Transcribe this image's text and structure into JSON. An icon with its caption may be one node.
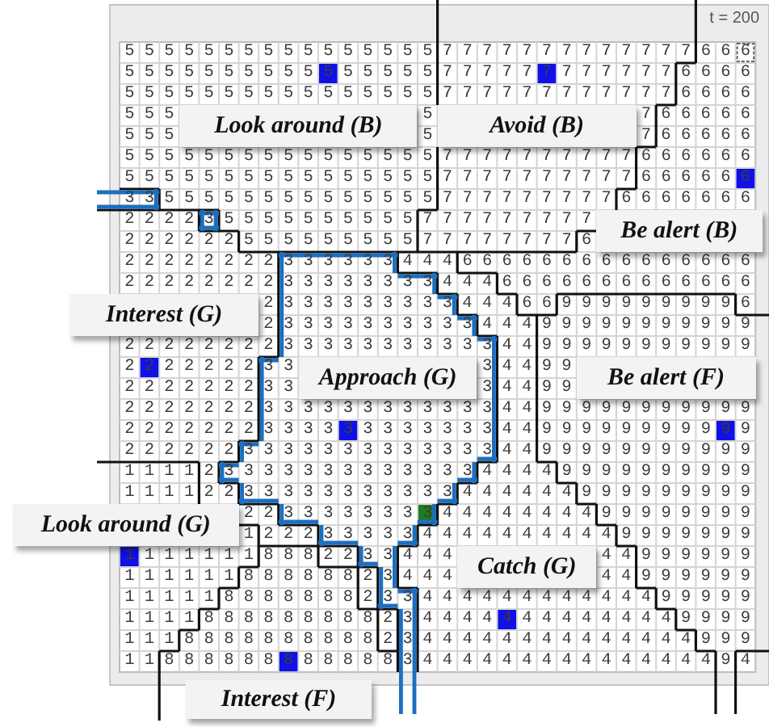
{
  "diagram": {
    "nodes": [
      {
        "text": [
          "Look around (B)"
        ]
      },
      {
        "text": [
          "Avoid (B)"
        ]
      },
      {
        "text": [
          "Be alert (B)"
        ]
      },
      {
        "text": [
          "Interest (G)"
        ]
      },
      {
        "text": [
          "Approach (G)"
        ]
      },
      {
        "text": [
          "Be alert (F)"
        ]
      },
      {
        "text": [
          "Look around (G)"
        ]
      },
      {
        "text": [
          "Catch (G)"
        ]
      },
      {
        "text": [
          "Interest (F)"
        ]
      }
    ],
    "labels": [
      "t = 200",
      "5 5 5 5 5 5 5 5 5 5 5 5 5 5 5 5 7 7 7 7 7 7 7 7 7 7 7 7 7 6 6 6",
      "5 5 5 5 5 5 5 5 5 5 5 5 5 5 5 5 7 7 7 7 7 7 7 7 7 7 7 7 6 6 6 6",
      "5 5 5 5 5 5 5 5 5 5 5 5 5 5 5 5 7 7 7 7 7 7 7 7 7 7 7 7 6 6 6 6",
      "5 5 5",
      "5",
      "7 6 6 6 6 6",
      "5 5 5",
      "5",
      "7 6 6 6 6 6",
      "5 5 5 5 5 5 5 5 5 5 5 5 5 5 5 5 7 7 7 7 7 7 7 7 7 7 6 6 6 6 6 6",
      "5 5 5 5 5 5 5 5 5 5 5 5 5 5 5 5 7 7 7 7 7 7 7 7 7 7 6 6 6 6 6 6",
      "3 3 5 5 5 5 5 5 5 5 5 5 5 5 5 5 7 7 7 7 7 7 7 7 7 6 6 6 6 6 6 6",
      "2 2 2 2 3 5 5 5 5 5 5 5 5 5 5 7 7 7 7 7 7 7 7 7",
      "2 2 2 2 2 2 5 5 5 5 5 5 5 5 5 7 7 7 7 7 7 7 7 6",
      "2 2 2 2 2 2 2 2 3 3 3 3 3 3 4 4 4 6 6 6 6 6 6 6 6 6 6 6 6 6 6 6",
      "2 2 2 2 2 2 2 2 3 3 3 3 3 3 3 3 4 4 4 6 6 6 6 6 6 6 6 6 6 6 6 6",
      "2 3 3 3 3 3 3 3 3 3 4 4 4 6 6 9 9 9 9 9 9 9 9 9 6",
      "2 3 3 3 3 3 3 3 3 3 3 4 4 4 9 9 9 9 9 9 9 9 9 9 9",
      "2 2 2 2 2 2 2 2 3 3 3 3 3 3 3 3 3 3 3 4 4 9 9 9 9 9 9 9 9 9 9 9",
      "2 2 2 2 2 2 2 3 3",
      "3 4 4 9 9",
      "2 2 2 2 2 2 2 3 3",
      "3 4 4 9 9",
      "2 2 2 2 2 2 2 3 3 3 3 3 3 3 3 3 3 3 3 4 4 9 9 9 9 9 9 9 9 9 9 9",
      "2 2 2 2 2 2 2 3 3 3 3 3 3 3 3 3 3 3 3 4 4 9 9 9 9 9 9 9 9 9 9 9",
      "2 2 2 2 2 2 3 3 3 3 3 3 3 3 3 3 3 3 3 4 4 9 9 9 9 9 9 9 9 9 9 9",
      "1 1 1 1 2 3 3 3 3 3 3 3 3 3 3 3 3 3 4 4 4 4 9 9 9 9 9 9 9 9 9 9",
      "1 1 1 1 2 2 3 3 3 3 3 3 3 3 3 3 3 4 4 4 4 4 4 9 9 9 9 9 9 9 9 9",
      "2 2 3 3 3 3 3 3 3 3 4 4 4 4 4 4 4 4 9 9 9 9 9 9 9 9",
      "1 2 2 2 3 3 3 3 3 4 4 4 4 4 4 4 4 4 4 9 9 9 9 9 9 9",
      "1 1 1 1 1 1 1 8 8 8 2 2 3 3 4 4 4",
      "4 4 9 9 9 9 9 9",
      "1 1 1 1 1 1 8 8 8 8 8 8 2 3 4 4 4",
      "4 4 9 9 9 9 9 9",
      "1 1 1 1 1 8 8 8 8 8 8 8 2 3 3 4 4 4 4 4 4 4 4 4 4 4 4 9 9 9 9 9",
      "1 1 1 1 8 8 8 8 8 8 8 8 8 2 3 4 4 4 4 4 4 4 4 4 4 4 4 4 9 9 9 9",
      "1 1 1 8 8 8 8 8 8 8 8 8 8 2 3 4 4 4 4 4 4 4 4 4 4 4 4 4 4 9 9 9",
      "1 1 8 8 8 8 8 8 8 8 8 8 8 8 3 4 4 4 4 4 4 4 4 4 4 4 4 4 4 4 9 4"
    ]
  }
}
